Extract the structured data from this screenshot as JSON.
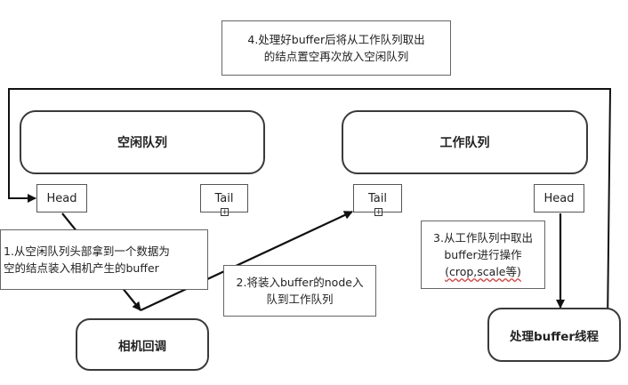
{
  "top_note": {
    "line1": "4.处理好buffer后将从工作队列取出",
    "line2": "的结点置空再次放入空闲队列"
  },
  "idle_queue": {
    "label": "空闲队列",
    "head": "Head",
    "tail": "Tail"
  },
  "work_queue": {
    "label": "工作队列",
    "head": "Head",
    "tail": "Tail"
  },
  "note1": {
    "line1": "1.从空闲队列头部拿到一个数据为",
    "line2": "空的结点装入相机产生的buffer"
  },
  "note2": {
    "line1": "2.将装入buffer的node入",
    "line2": "队到工作队列"
  },
  "note3": {
    "line1": "3.从工作队列中取出",
    "line2": "buffer进行操作",
    "line3": "(crop,scale等)"
  },
  "camera_callback": "相机回调",
  "buffer_thread": "处理buffer线程",
  "plus_symbol": "+"
}
